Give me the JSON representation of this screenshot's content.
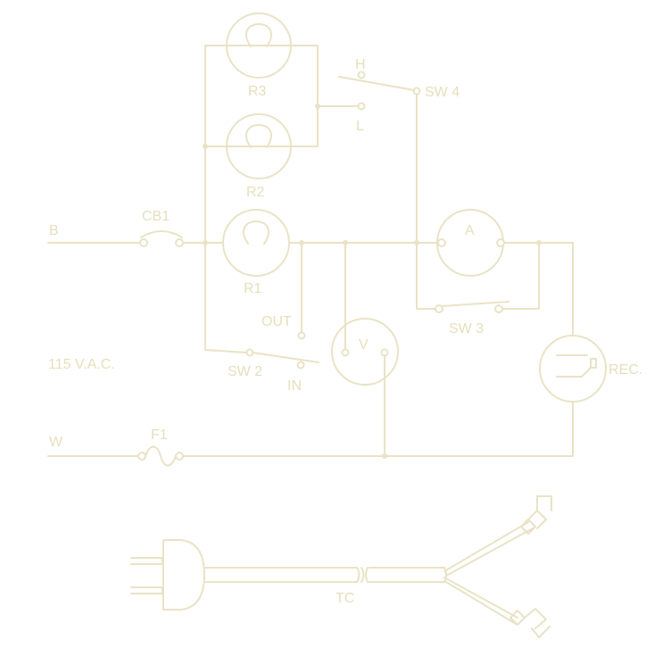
{
  "diagram": {
    "colors": {
      "line": "#e9e3c6",
      "text": "#e6dfbc",
      "background": "#ffffff"
    },
    "labels": {
      "r3": "R3",
      "r2": "R2",
      "r1": "R1",
      "cb1": "CB1",
      "f1": "F1",
      "sw4": "SW 4",
      "sw3": "SW 3",
      "sw2": "SW 2",
      "h": "H",
      "l": "L",
      "b": "B",
      "w": "W",
      "vac": "115 V.A.C.",
      "out": "OUT",
      "in": "IN",
      "ammeter": "A",
      "voltmeter": "V",
      "rec": "REC.",
      "tc": "TC"
    }
  }
}
